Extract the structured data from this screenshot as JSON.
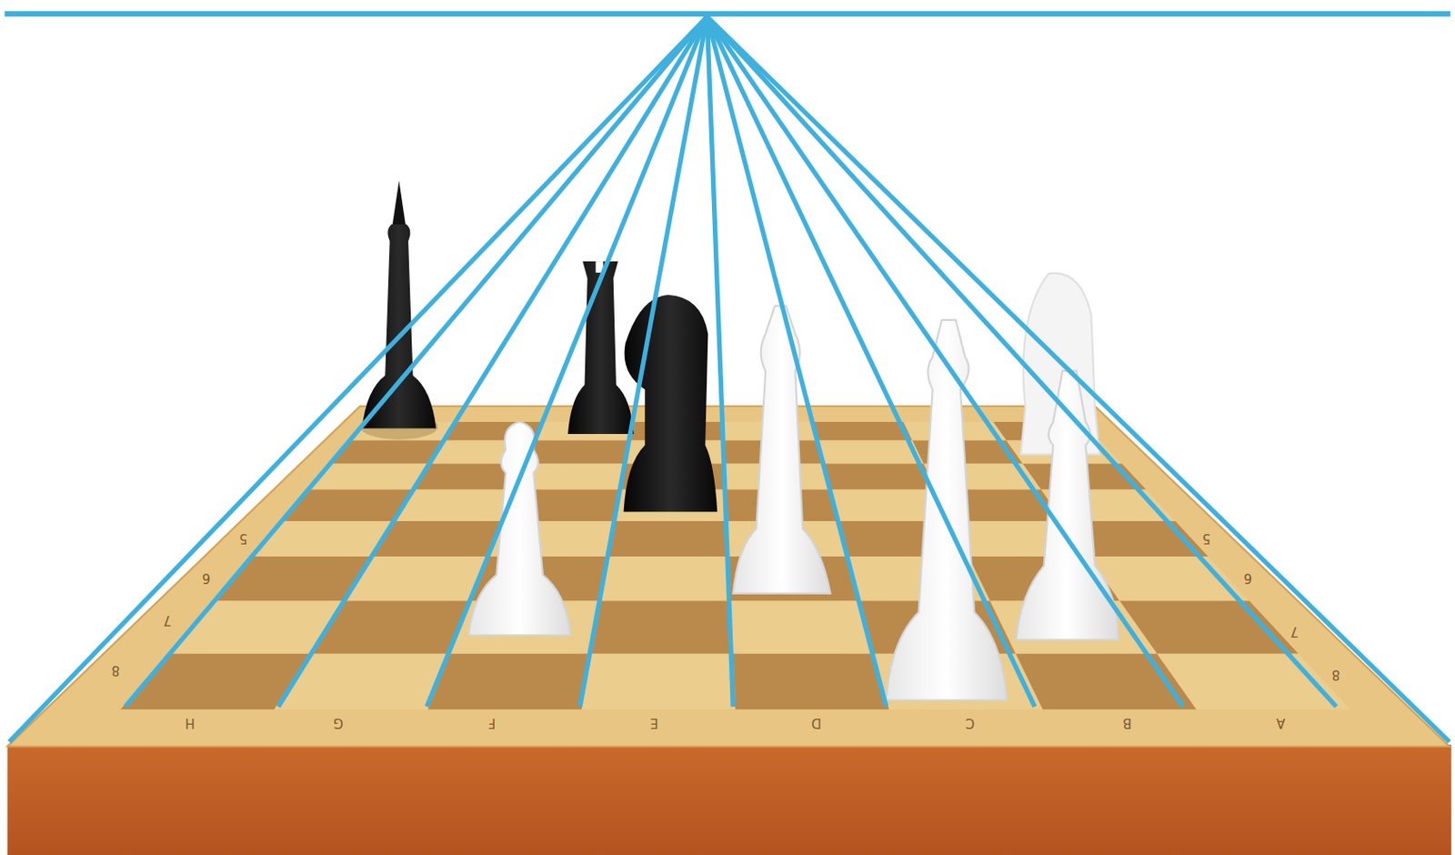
{
  "diagram": {
    "labels": [
      "H",
      "G",
      "F",
      "E",
      "D",
      "C",
      "B",
      "A",
      "8",
      "7",
      "6",
      "5",
      "8",
      "7",
      "6",
      "5"
    ]
  }
}
